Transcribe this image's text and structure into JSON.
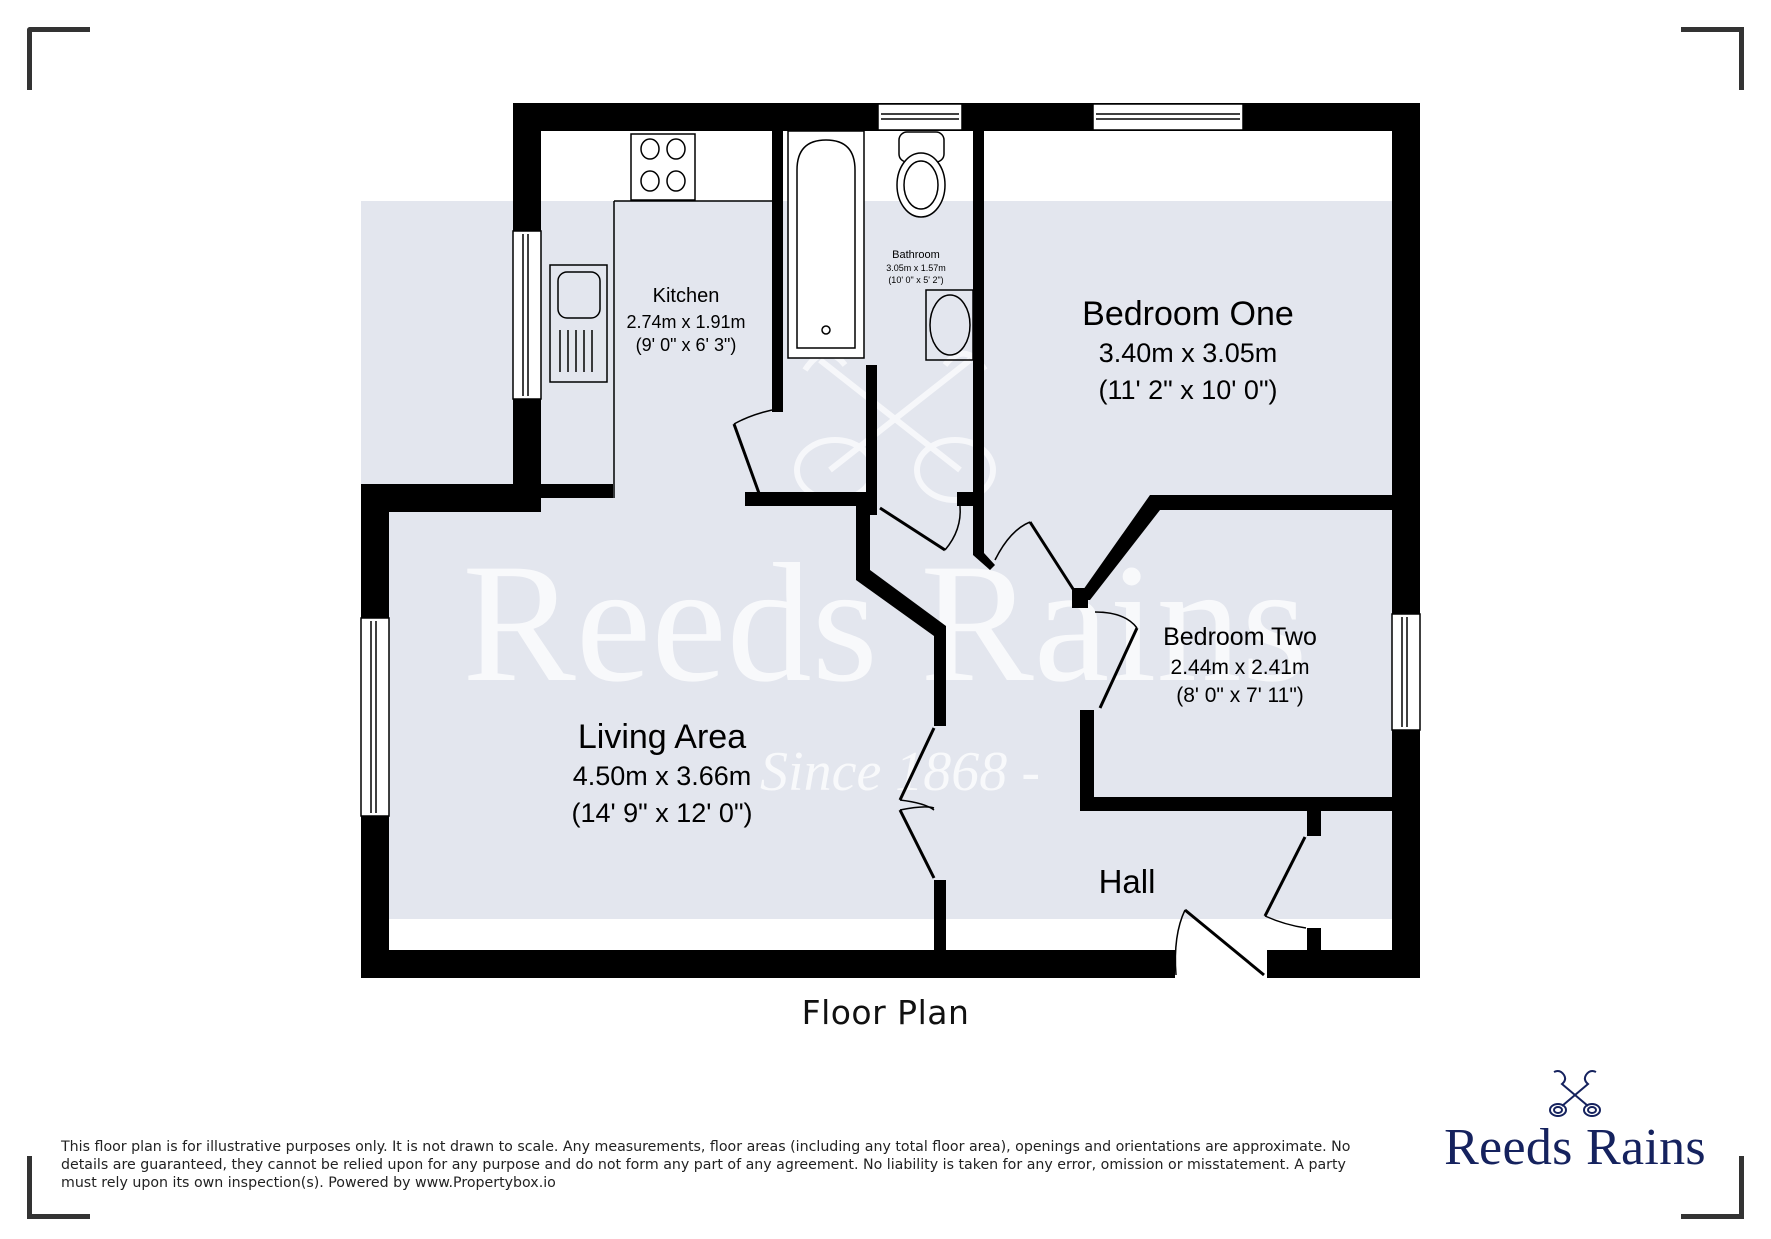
{
  "plan_title": "Floor Plan",
  "rooms": [
    {
      "name": "Kitchen",
      "metric": "2.74m x 1.91m",
      "imperial": "(9' 0\" x 6' 3\")"
    },
    {
      "name": "Bathroom",
      "metric": "3.05m x 1.57m",
      "imperial": "(10' 0\" x 5' 2\")"
    },
    {
      "name": "Bedroom One",
      "metric": "3.40m x 3.05m",
      "imperial": "(11' 2\" x 10' 0\")"
    },
    {
      "name": "Bedroom Two",
      "metric": "2.44m x 2.41m",
      "imperial": "(8' 0\" x 7' 11\")"
    },
    {
      "name": "Living Area",
      "metric": "4.50m x 3.66m",
      "imperial": "(14' 9\" x 12' 0\")"
    },
    {
      "name": "Hall",
      "metric": "",
      "imperial": ""
    }
  ],
  "watermark": {
    "brand": "Reeds Rains",
    "tagline": "Since 1868"
  },
  "disclaimer": "This floor plan is for illustrative purposes only. It is not drawn to scale. Any measurements, floor areas (including any total floor area), openings and orientations are approximate. No details are guaranteed, they cannot be relied upon for any purpose and do not form any part of any agreement. No liability is taken for any error, omission or misstatement. A party must rely upon its own inspection(s). Powered by www.Propertybox.io",
  "brand": {
    "name": "Reeds Rains",
    "icon": "crossed-keys-icon",
    "color": "#15225e"
  },
  "colors": {
    "wall": "#000000",
    "floor_band": "#e3e6ee",
    "watermark": "#ffffff"
  }
}
